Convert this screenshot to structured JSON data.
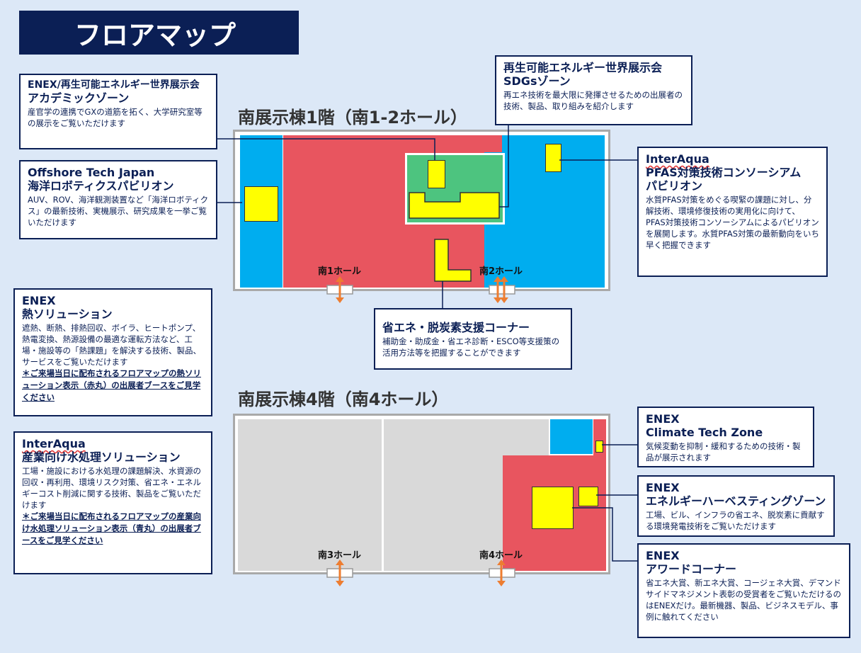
{
  "page_title": "フロアマップ",
  "floor1": {
    "title": "南展示棟1階（南1-2ホール）",
    "hall_left": "南1ホール",
    "hall_right": "南2ホール"
  },
  "floor4": {
    "title": "南展示棟4階（南4ホール）",
    "hall_left": "南3ホール",
    "hall_right": "南4ホール"
  },
  "boxes": {
    "academic": {
      "line1": "ENEX/再生可能エネルギー世界展示会",
      "line2": "アカデミックゾーン",
      "desc": "産官学の連携でGXの道筋を拓く、大学研究室等の展示をご覧いただけます"
    },
    "offshore": {
      "line1": "Offshore Tech Japan",
      "line2": "海洋ロボティクスパビリオン",
      "desc": "AUV、ROV、海洋観測装置など「海洋ロボティクス」の最新技術、実機展示、研究成果を一挙ご覧いただけます"
    },
    "sdgs": {
      "line1": "再生可能エネルギー世界展示会",
      "line2": "SDGsゾーン",
      "desc": "再エネ技術を最大限に発揮させるための出展者の技術、製品、取り組みを紹介します"
    },
    "pfas": {
      "line1": "InterAqua",
      "line2": "PFAS対策技術コンソーシアム",
      "line3": "パビリオン",
      "desc": "水質PFAS対策をめぐる喫緊の課題に対し、分解技術、環境修復技術の実用化に向けて、PFAS対策技術コンソーシアムによるパビリオンを展開します。水質PFAS対策の最新動向をいち早く把握できます"
    },
    "heat": {
      "line1": "ENEX",
      "line2": "熱ソリューション",
      "desc": "遮熱、断熱、排熱回収、ボイラ、ヒートポンプ、熱電変換、熱源設備の最適な運転方法など、工場・施設等の「熱課題」を解決する技術、製品、サービスをご覧いただけます",
      "note": "＊ご来場当日に配布されるフロアマップの熱ソリューション表示（赤丸）の出展者ブースをご見学ください"
    },
    "energy_saving": {
      "line1": "省エネ・脱炭素支援コーナー",
      "desc": "補助金・助成金・省エネ診断・ESCO等支援策の活用方法等を把握することができます"
    },
    "water": {
      "line1": "InterAqua",
      "line2": "産業向け水処理ソリューション",
      "desc": "工場・施設における水処理の課題解決、水資源の回収・再利用、環境リスク対策、省エネ・エネルギーコスト削減に関する技術、製品をご覧いただけます",
      "note": "＊ご来場当日に配布されるフロアマップの産業向け水処理ソリューション表示（青丸）の出展者ブースをご見学ください"
    },
    "climate": {
      "line1": "ENEX",
      "line2": "Climate Tech Zone",
      "desc": "気候変動を抑制・緩和するための技術・製品が展示されます"
    },
    "harvesting": {
      "line1": "ENEX",
      "line2": "エネルギーハーベスティングゾーン",
      "desc": "工場、ビル、インフラの省エネ、脱炭素に貢献する環境発電技術をご覧いただけます"
    },
    "award": {
      "line1": "ENEX",
      "line2": "アワードコーナー",
      "desc": "省エネ大賞、新エネ大賞、コージェネ大賞、デマンドサイドマネジメント表彰の受賞者をご覧いただけるのはENEXだけ。最新機器、製品、ビジネスモデル、事例に触れてください"
    }
  },
  "colors": {
    "navy": "#0b1f55",
    "red": "#e8555f",
    "blue": "#00adef",
    "green": "#4dc47f",
    "yellow": "#ffff00",
    "gray": "#d9d9d9",
    "orange": "#ed7d31"
  }
}
